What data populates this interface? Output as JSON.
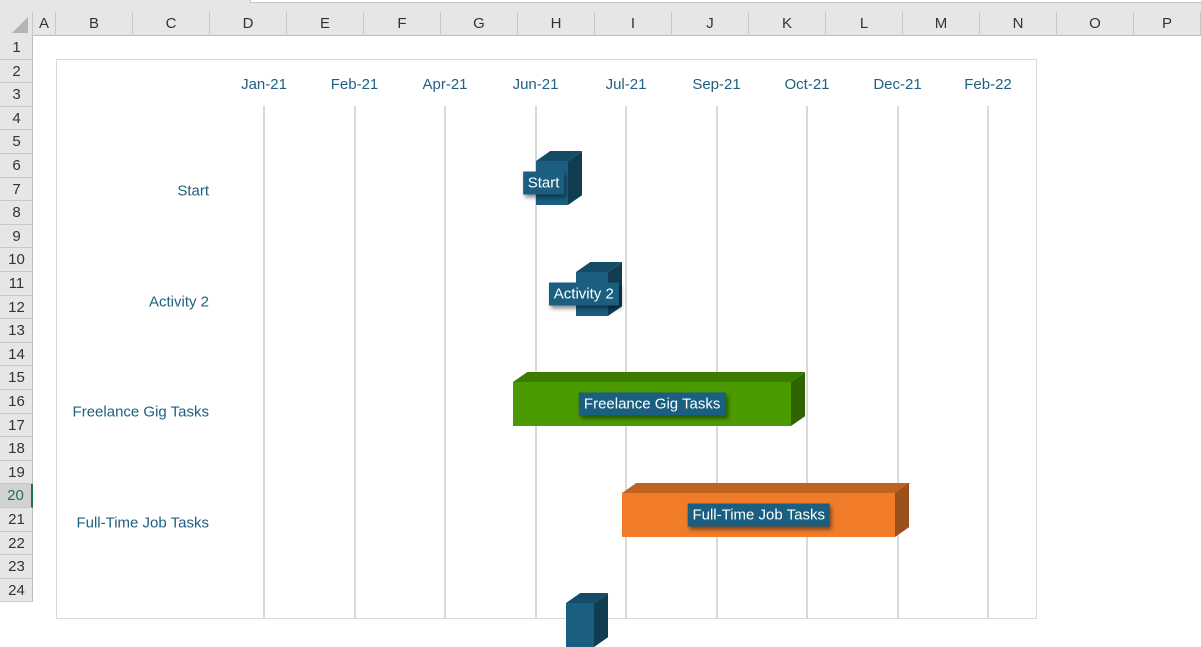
{
  "sheet": {
    "columns": [
      "A",
      "B",
      "C",
      "D",
      "E",
      "F",
      "G",
      "H",
      "I",
      "J",
      "K",
      "L",
      "M",
      "N",
      "O",
      "P"
    ],
    "rows": [
      "1",
      "2",
      "3",
      "4",
      "5",
      "6",
      "7",
      "8",
      "9",
      "10",
      "11",
      "12",
      "13",
      "14",
      "15",
      "16",
      "17",
      "18",
      "19",
      "20",
      "21",
      "22",
      "23",
      "24"
    ],
    "selected_row": "20"
  },
  "chart_data": {
    "type": "bar",
    "subtype": "gantt-3d",
    "x_ticks": [
      "Jan-21",
      "Feb-21",
      "Apr-21",
      "Jun-21",
      "Jul-21",
      "Sep-21",
      "Oct-21",
      "Dec-21",
      "Feb-22"
    ],
    "x_tick_step_days": 45,
    "xlim_days": [
      0,
      360
    ],
    "grid": true,
    "tasks": [
      {
        "name": "Start",
        "start_day": 135,
        "duration_days": 16,
        "color": "#1a5e80",
        "label": "Start"
      },
      {
        "name": "Activity 2",
        "start_day": 155,
        "duration_days": 16,
        "color": "#1a5e80",
        "label": "Activity 2"
      },
      {
        "name": "Freelance Gig Tasks",
        "start_day": 124,
        "duration_days": 138,
        "color": "#4a9a00",
        "label": "Freelance Gig Tasks"
      },
      {
        "name": "Full-Time Job Tasks",
        "start_day": 178,
        "duration_days": 136,
        "color": "#f07c2a",
        "label": "Full-Time Job Tasks"
      },
      {
        "name": "",
        "start_day": 150,
        "duration_days": 14,
        "color": "#1a5e80",
        "label": ""
      }
    ]
  }
}
